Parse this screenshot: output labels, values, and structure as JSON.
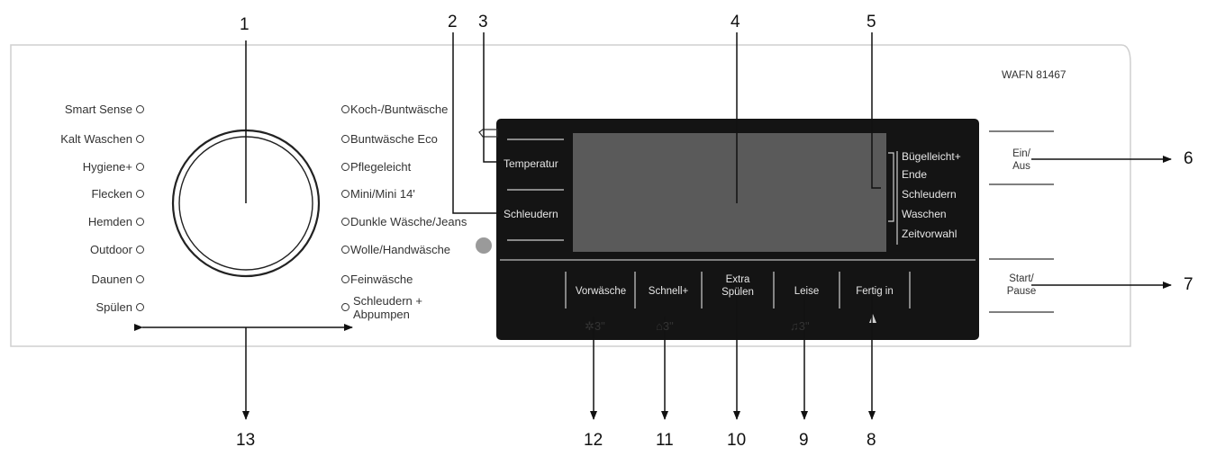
{
  "model": "WAFN 81467",
  "callouts": [
    "1",
    "2",
    "3",
    "4",
    "5",
    "6",
    "7",
    "8",
    "9",
    "10",
    "11",
    "12",
    "13"
  ],
  "programs_left": [
    "Smart Sense",
    "Kalt Waschen",
    "Hygiene+",
    "Flecken",
    "Hemden",
    "Outdoor",
    "Daunen",
    "Spülen"
  ],
  "programs_right": [
    "Koch-/Buntwäsche",
    "Buntwäsche Eco",
    "Pflegeleicht",
    "Mini/Mini 14'",
    "Dunkle Wäsche/Jeans",
    "Wolle/Handwäsche",
    "Feinwäsche",
    "Schleudern +",
    "Abpumpen"
  ],
  "display": {
    "left_labels": [
      "Temperatur",
      "Schleudern"
    ],
    "phases": [
      "Bügelleicht+",
      "Ende",
      "Schleudern",
      "Waschen",
      "Zeitvorwahl"
    ]
  },
  "buttons": {
    "vorwaesche": "Vorwäsche",
    "schnell": "Schnell+",
    "extra_line1": "Extra",
    "extra_line2": "Spülen",
    "leise": "Leise",
    "fertig": "Fertig in"
  },
  "lock_hints": [
    "3\"",
    "3\"",
    "3\""
  ],
  "side_buttons": {
    "ein_line1": "Ein/",
    "ein_line2": "Aus",
    "start_line1": "Start/",
    "start_line2": "Pause"
  },
  "colors": {
    "panel_border": "#cfcfcf",
    "display_bg": "#141414",
    "screen_bg": "#5a5a5a",
    "line": "#222222"
  }
}
